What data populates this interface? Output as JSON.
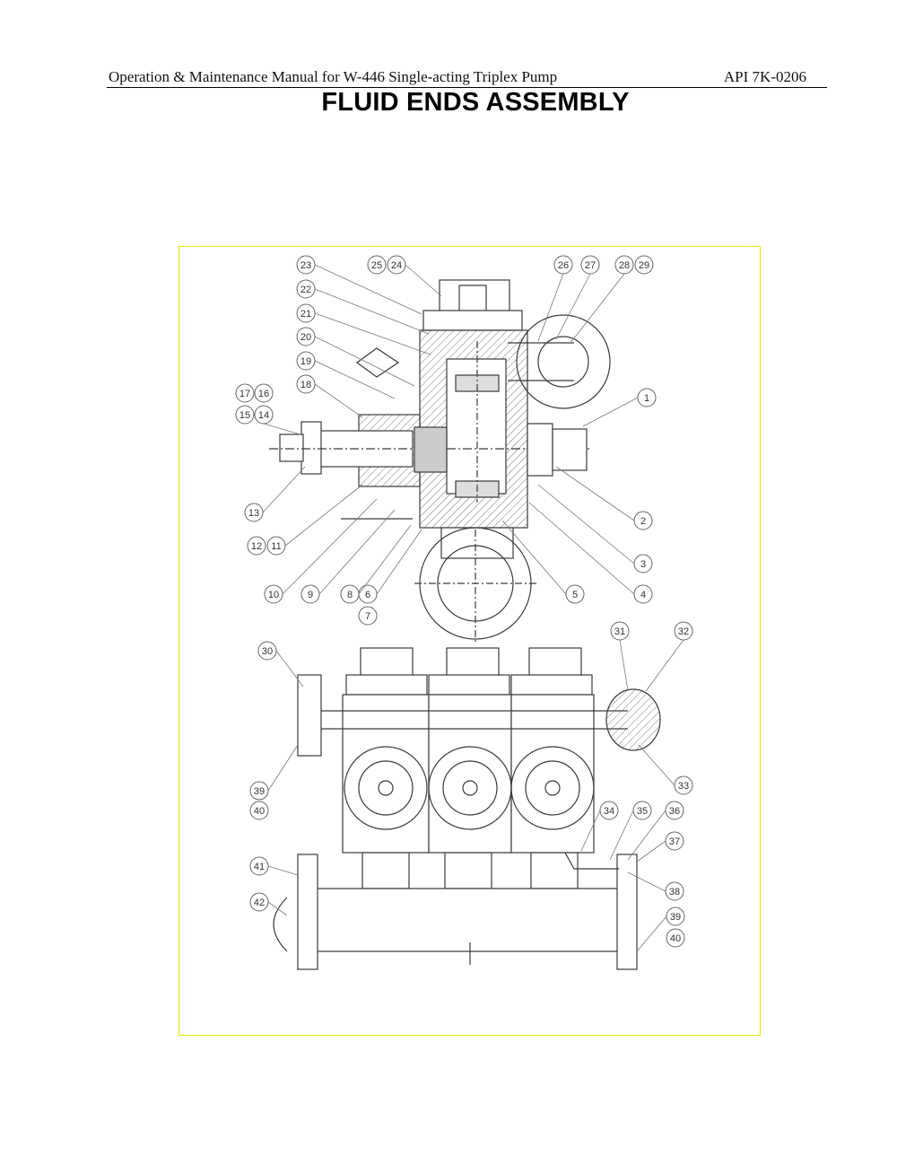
{
  "header": {
    "manual_title": "Operation & Maintenance Manual for W-446 Single-acting Triplex Pump",
    "doc_number": "API 7K-0206"
  },
  "page_title": "FLUID ENDS ASSEMBLY",
  "colors": {
    "frame": "#e8e800",
    "line": "#3a3a3a",
    "hatch": "#777777"
  },
  "callouts": [
    "1",
    "2",
    "3",
    "4",
    "5",
    "6",
    "7",
    "8",
    "9",
    "10",
    "11",
    "12",
    "13",
    "14",
    "15",
    "16",
    "17",
    "18",
    "19",
    "20",
    "21",
    "22",
    "23",
    "24",
    "25",
    "26",
    "27",
    "28",
    "29",
    "30",
    "31",
    "32",
    "33",
    "34",
    "35",
    "36",
    "37",
    "38",
    "39",
    "40",
    "41",
    "42"
  ],
  "callouts_lower": [
    "39",
    "40"
  ]
}
